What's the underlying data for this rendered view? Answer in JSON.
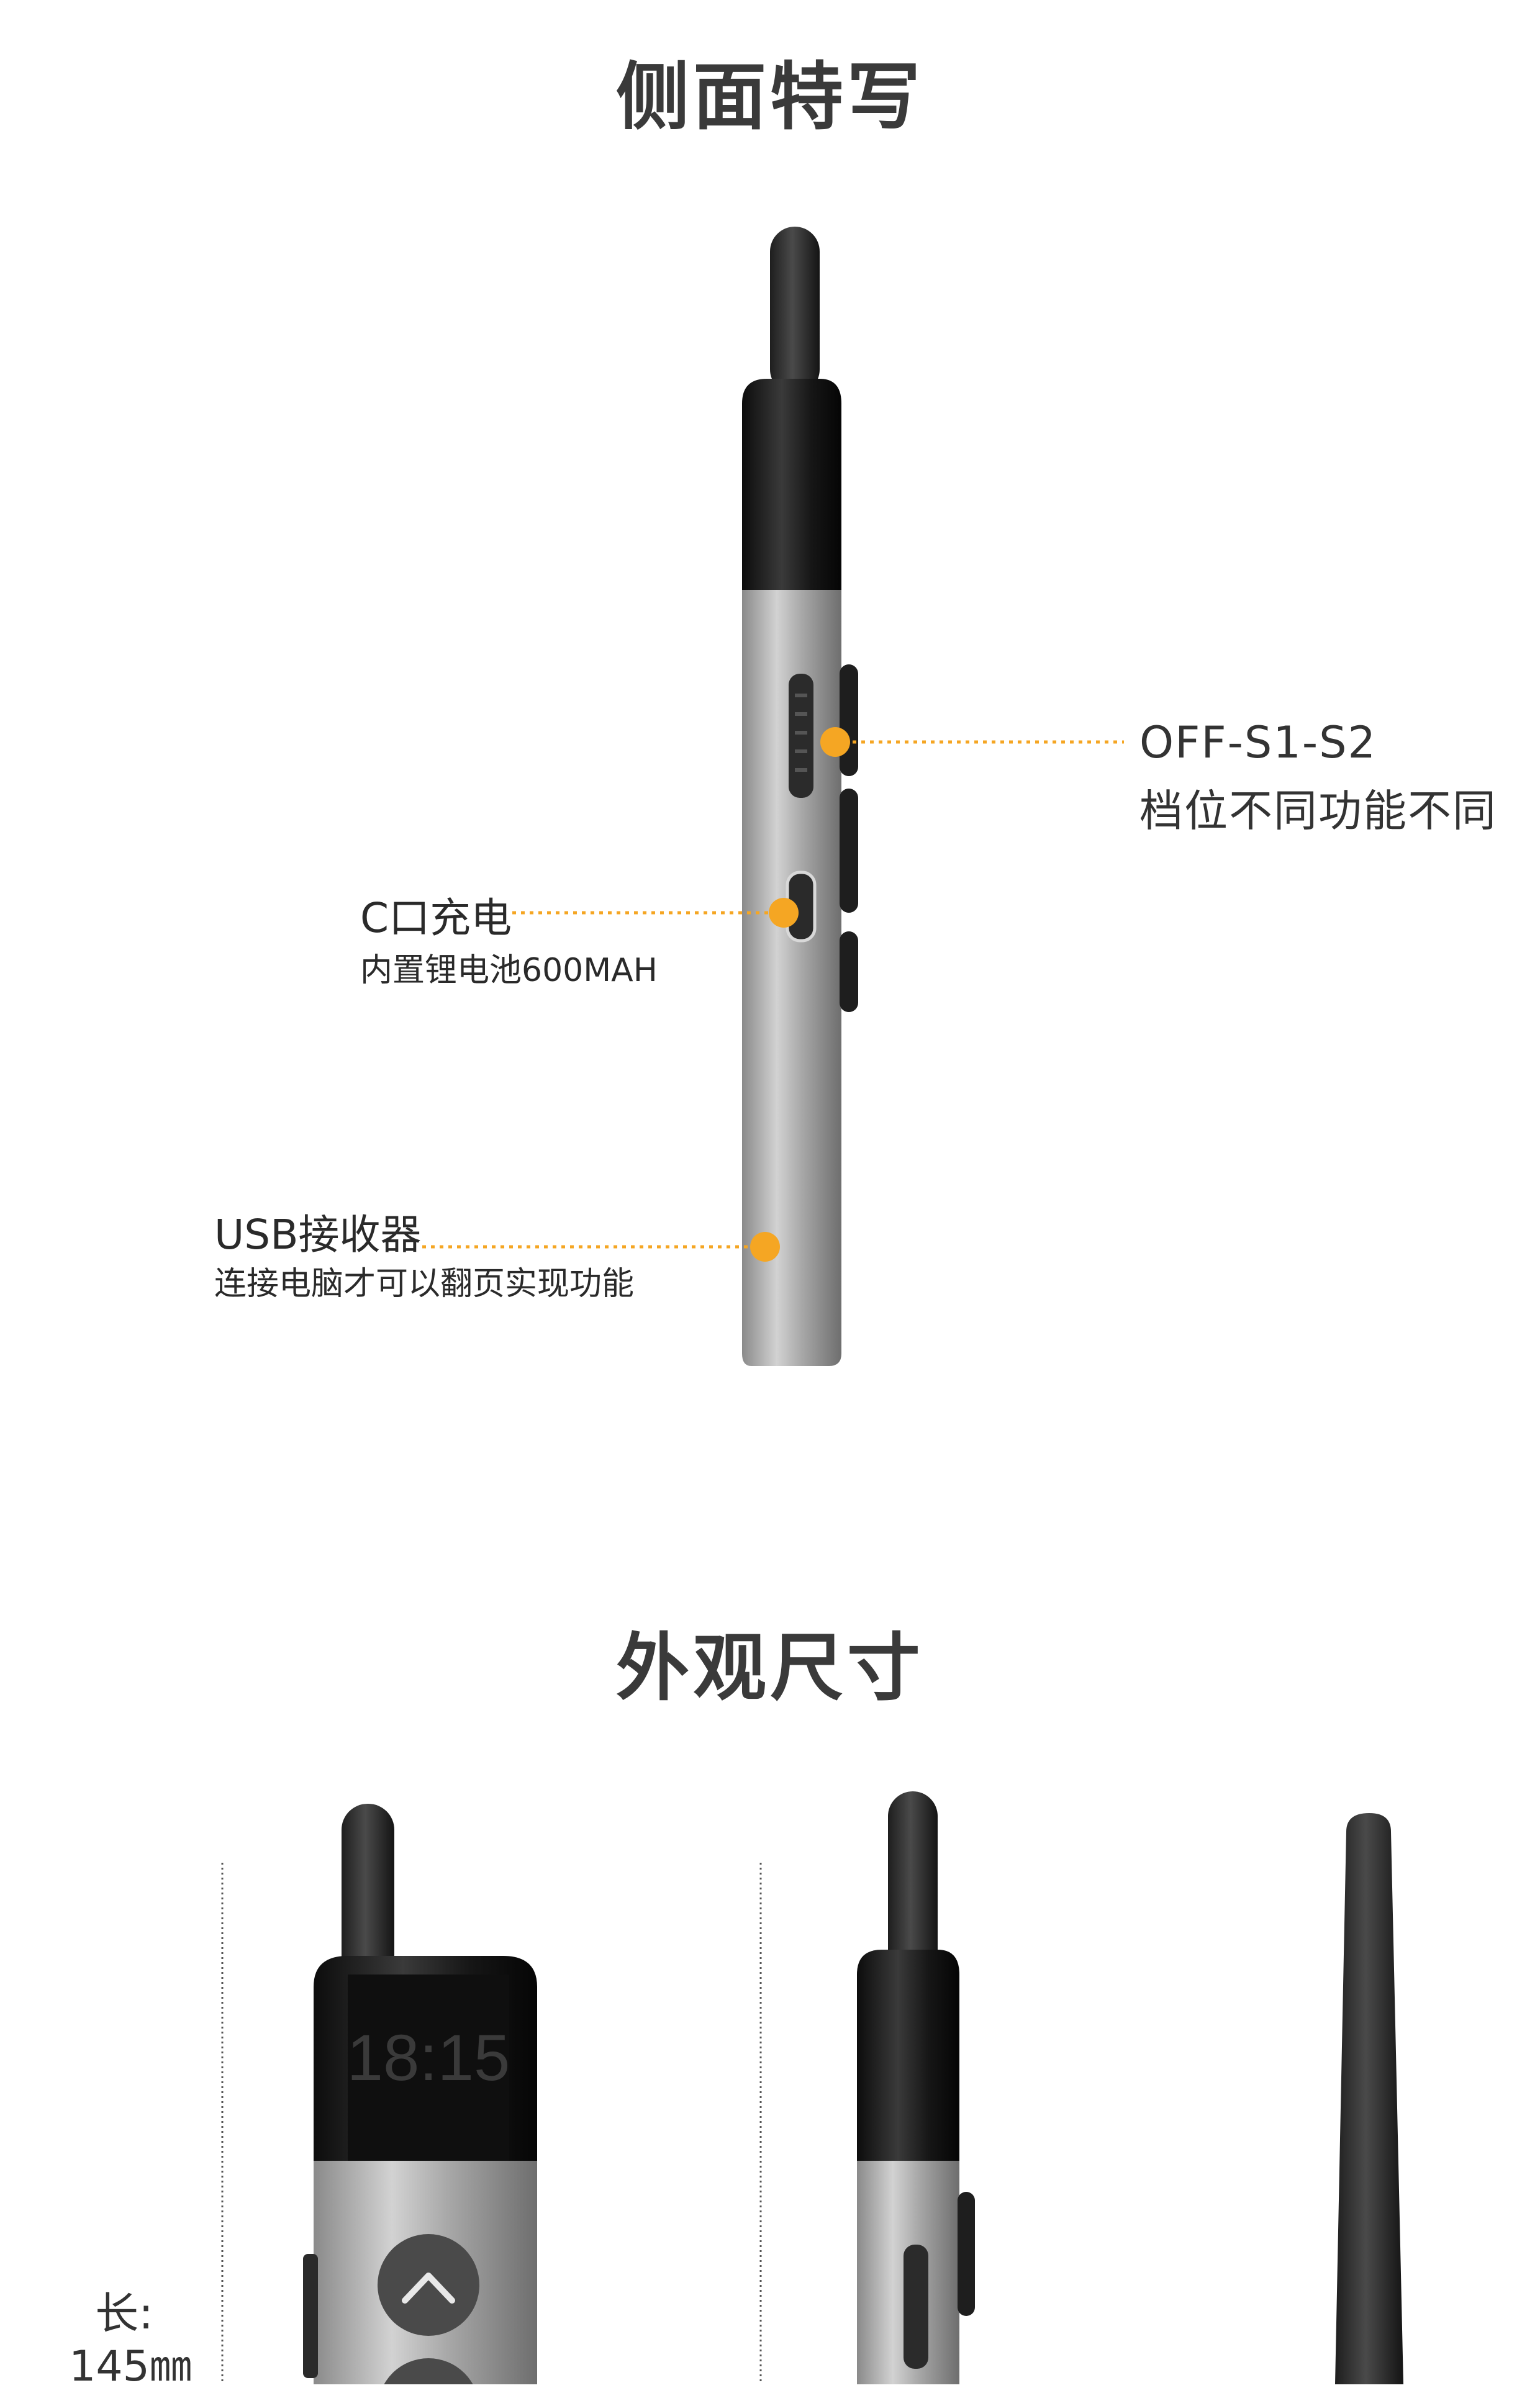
{
  "section1": {
    "title": "侧面特写",
    "callouts": {
      "switch": {
        "label": "OFF-S1-S2",
        "sub": "档位不同功能不同"
      },
      "charge": {
        "label": "C口充电",
        "sub": "内置锂电池600MAH"
      },
      "usb": {
        "label": "USB接收器",
        "sub": "连接电脑才可以翻页实现功能"
      }
    }
  },
  "section2": {
    "title": "外观尺寸",
    "screen_time": "18:15",
    "length_label": "长:",
    "length_value": "145㎜"
  },
  "colors": {
    "accent_orange": "#f5a623",
    "body_silver": "#9a9a9a",
    "cap_black": "#1a1a1a",
    "title_gray": "#3a3a3a"
  },
  "icons": [
    "up-arrow-icon"
  ]
}
